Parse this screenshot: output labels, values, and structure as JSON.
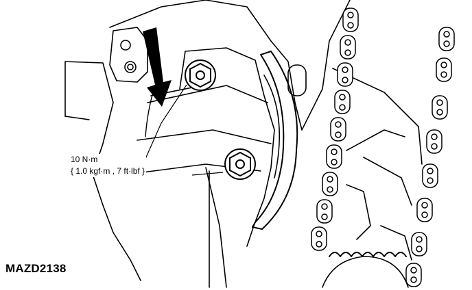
{
  "torque": {
    "primary": "10 N·m",
    "secondary": "{ 1.0 kgf·m , 7 ft·lbf }"
  },
  "figure": {
    "id": "MAZD2138"
  },
  "colors": {
    "ink": "#000000",
    "paper": "#ffffff"
  },
  "icons": [
    "direction-arrow-icon",
    "bolt-icon"
  ]
}
